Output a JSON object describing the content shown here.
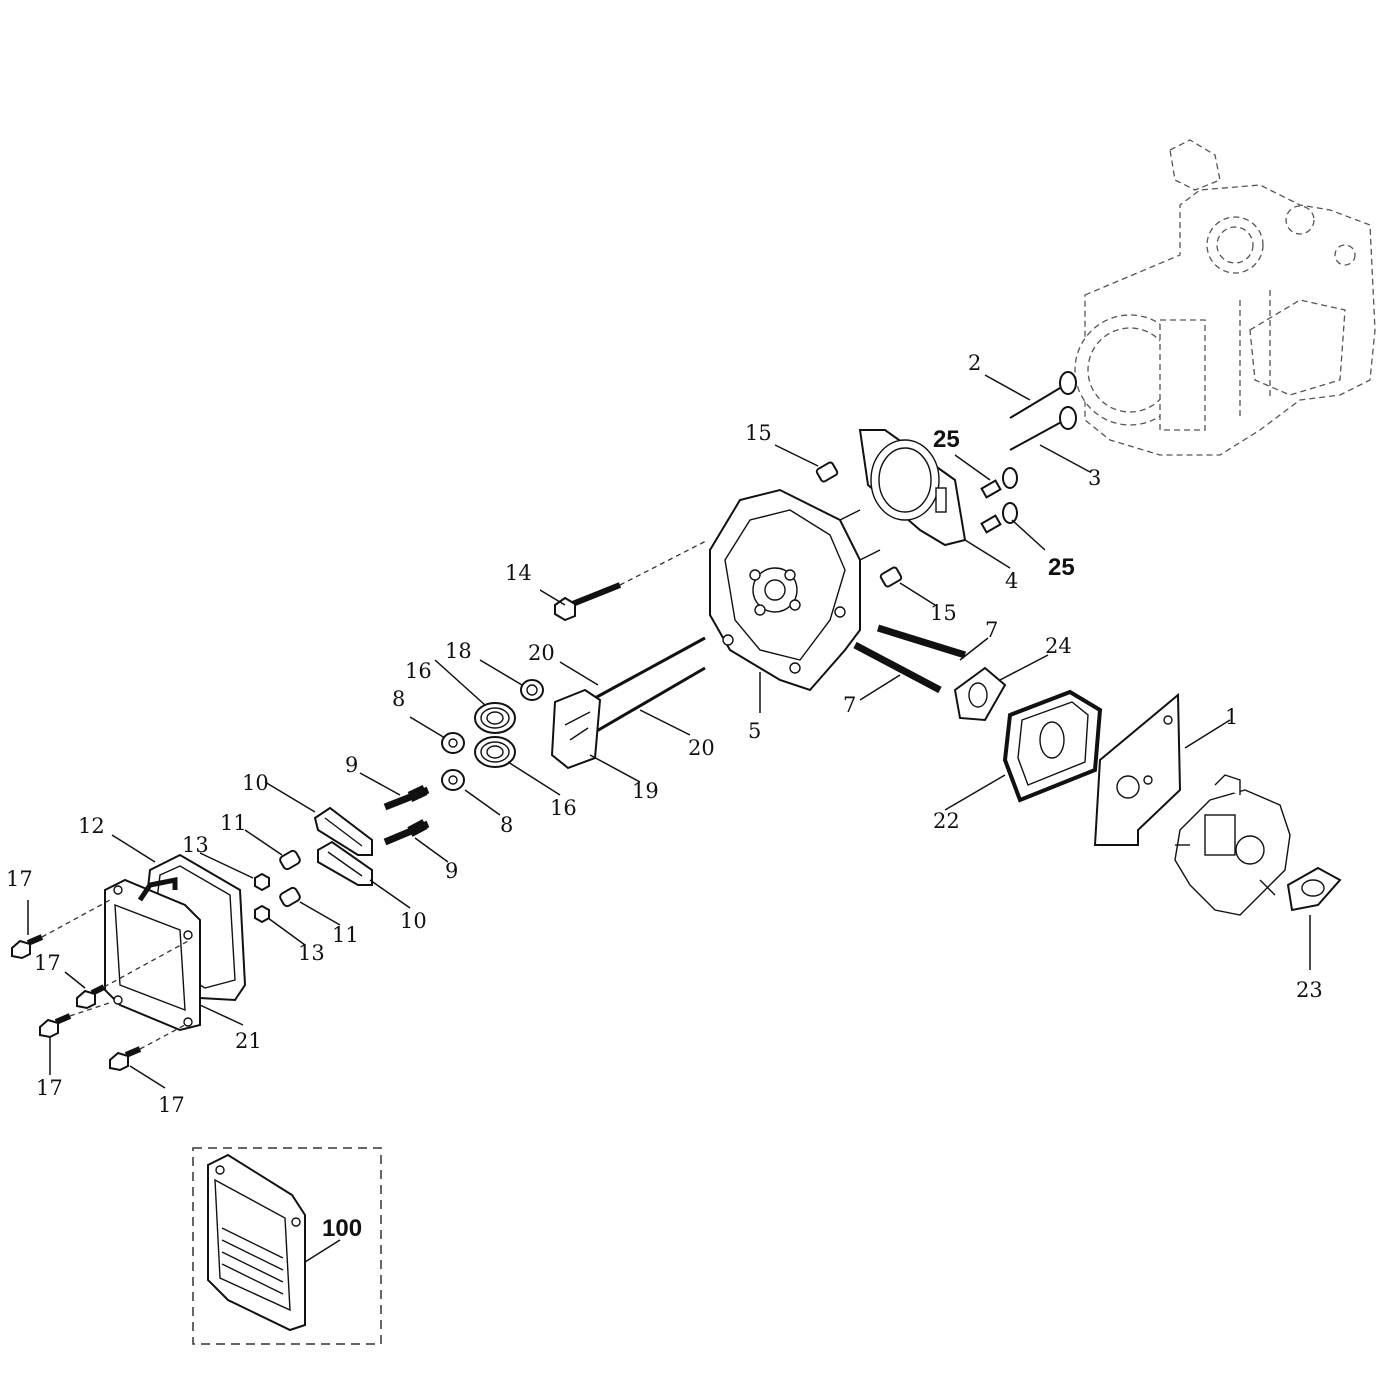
{
  "callouts": {
    "c1": "1",
    "c2": "2",
    "c3": "3",
    "c4": "4",
    "c5": "5",
    "c7a": "7",
    "c7b": "7",
    "c8a": "8",
    "c8b": "8",
    "c9a": "9",
    "c9b": "9",
    "c10a": "10",
    "c10b": "10",
    "c11a": "11",
    "c11b": "11",
    "c12": "12",
    "c13a": "13",
    "c13b": "13",
    "c14": "14",
    "c15a": "15",
    "c15b": "15",
    "c16a": "16",
    "c16b": "16",
    "c17a": "17",
    "c17b": "17",
    "c17c": "17",
    "c17d": "17",
    "c18": "18",
    "c19": "19",
    "c20a": "20",
    "c20b": "20",
    "c21": "21",
    "c22": "22",
    "c23": "23",
    "c24": "24",
    "c25a": "25",
    "c25b": "25",
    "c100": "100"
  }
}
